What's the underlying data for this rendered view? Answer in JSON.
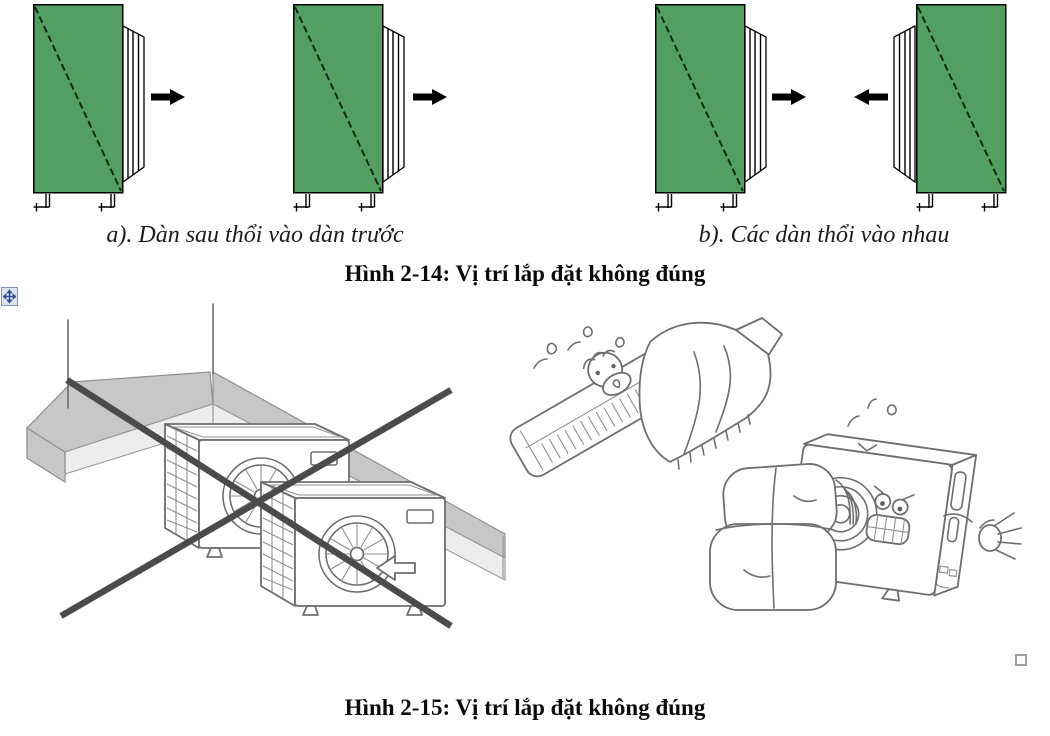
{
  "figure_2_14": {
    "caption": "Hình 2-14: Vị trí lắp đặt không đúng",
    "sub_caption_a": "a). Dàn sau thổi vào dàn trước",
    "sub_caption_b": "b). Các dàn thổi vào nhau",
    "panel_color": "#539f61",
    "arrow_color": "#000000",
    "airflow_arrows": [
      "right",
      "right",
      "right",
      "left"
    ]
  },
  "figure_2_15": {
    "caption": "Hình 2-15: Vị trí lắp đặt không đúng",
    "cross_color": "#4b4b4b",
    "sketch_color": "#6e6e6e"
  },
  "selection_handles": {
    "move_handle_icon": "four-way-move-arrow",
    "move_arrow_color": "#31508e",
    "resize_handle_icon": "resize-square"
  }
}
